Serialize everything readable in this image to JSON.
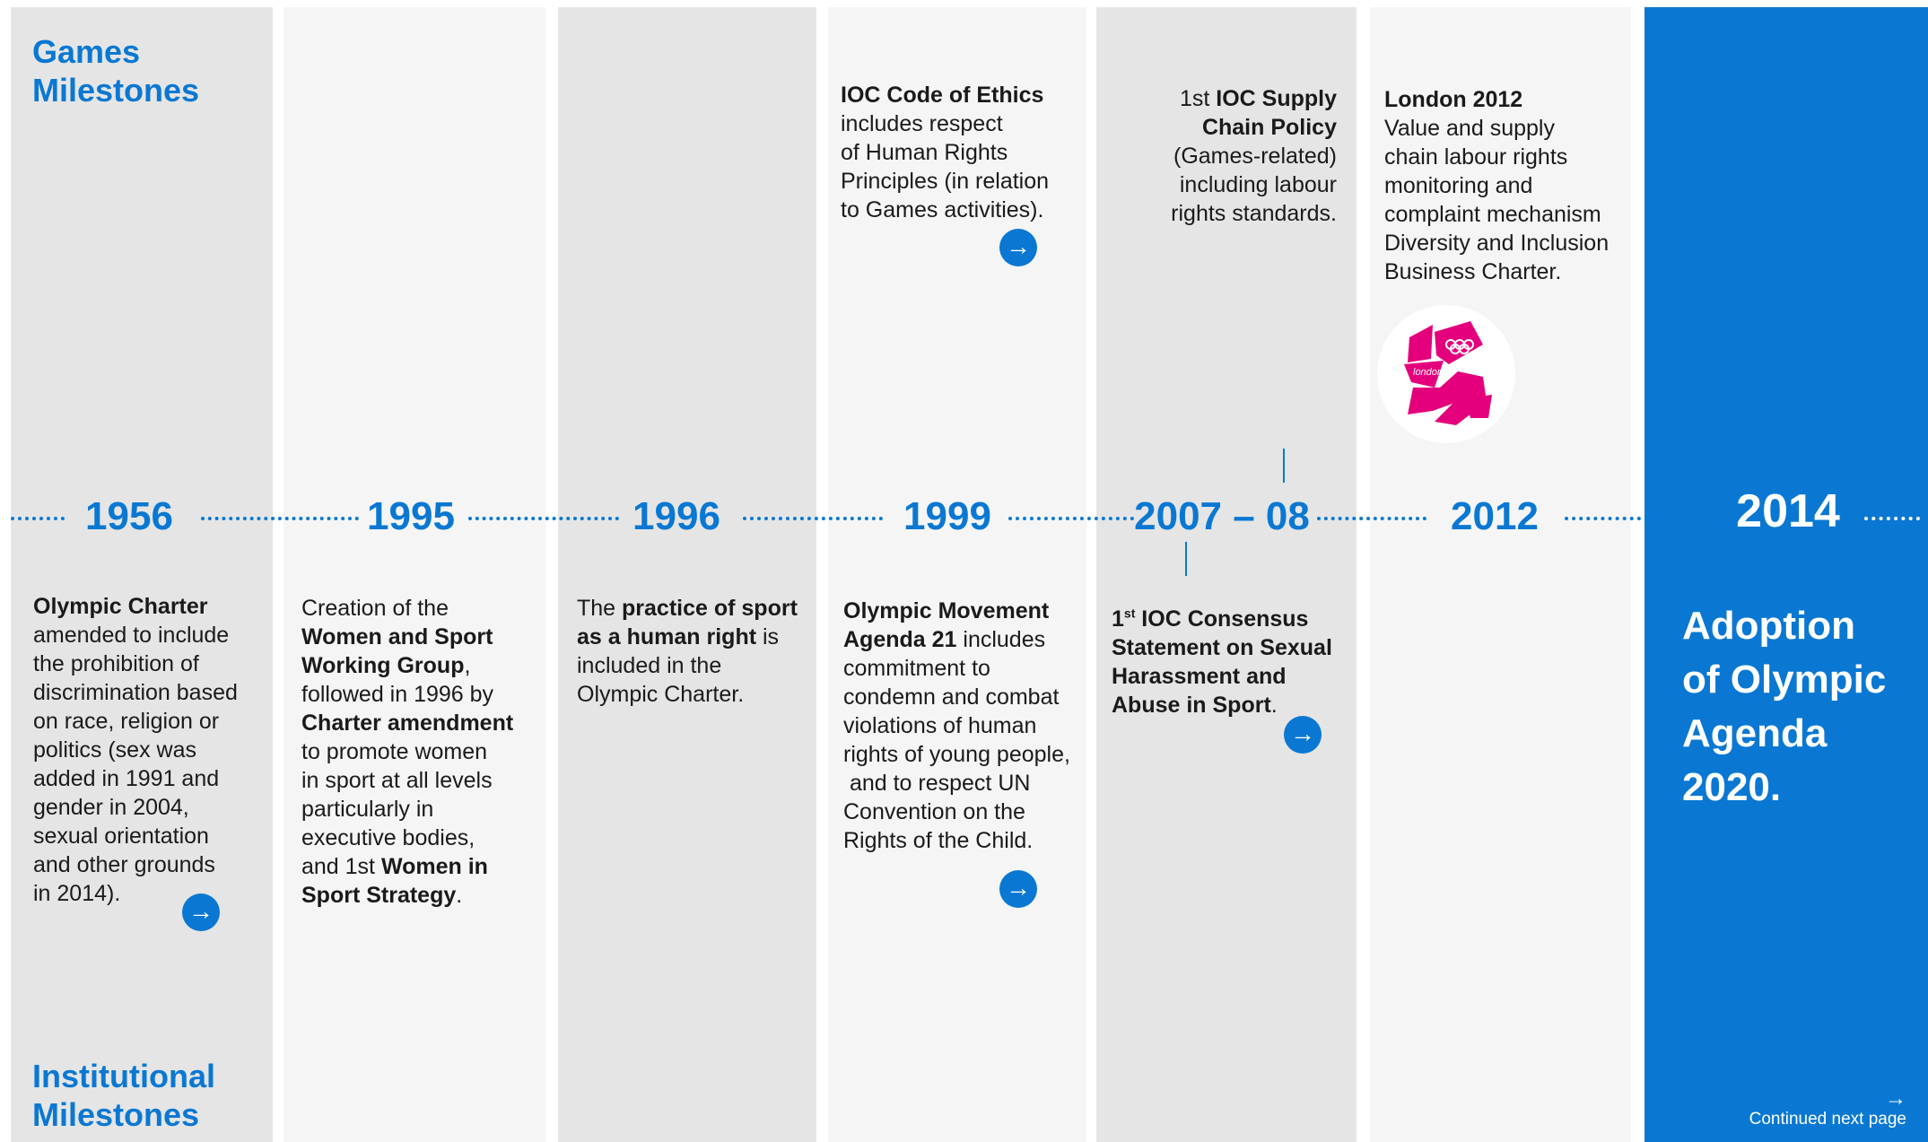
{
  "labels": {
    "games_line1": "Games",
    "games_line2": "Milestones",
    "institutional_line1": "Institutional",
    "institutional_line2": "Milestones"
  },
  "years": [
    "1956",
    "1995",
    "1996",
    "1999",
    "2007 – 08",
    "2012",
    "2014"
  ],
  "games": {
    "code_of_ethics": {
      "title": "IOC Code of Ethics",
      "lines": [
        "includes respect",
        "of Human Rights",
        "Principles (in relation",
        "to Games activities)."
      ]
    },
    "supply_chain": {
      "pre": "1st ",
      "title_l1": "IOC Supply",
      "title_l2": "Chain Policy",
      "lines": [
        "(Games-related)",
        "including labour",
        "rights standards."
      ]
    },
    "london": {
      "title": "London 2012",
      "lines": [
        "Value and supply",
        "chain labour rights",
        "monitoring and",
        "complaint mechanism",
        "Diversity and Inclusion",
        "Business Charter."
      ],
      "logo_text": "london"
    }
  },
  "institutional": {
    "y1956": {
      "title": "Olympic Charter",
      "lines": [
        "amended to include",
        "the prohibition of",
        "discrimination based",
        "on race, religion or",
        "politics (sex was",
        "added in 1991 and",
        "gender in 2004,",
        "sexual orientation",
        "and other grounds",
        "in 2014)."
      ]
    },
    "y1995": {
      "l1": "Creation of the",
      "l2b": "Women and Sport",
      "l3b": "Working Group",
      "l3": ",",
      "l4": "followed in 1996 by",
      "l5b": "Charter amendment",
      "l6": "to promote women",
      "l7": "in sport at all levels",
      "l8": "particularly in",
      "l9": "executive bodies,",
      "l10": "and 1st ",
      "l10b": "Women in",
      "l11b": "Sport Strategy",
      "l11": "."
    },
    "y1996": {
      "l1": "The ",
      "l1b": "practice of sport",
      "l2b": "as a human right",
      "l2": " is",
      "l3": "included in the",
      "l4": "Olympic Charter."
    },
    "y1999": {
      "l1b": "Olympic Movement",
      "l2b": "Agenda 21",
      "l2": " includes",
      "lines": [
        "commitment to",
        "condemn and combat",
        "violations of human",
        "rights of young people,",
        " and to respect UN",
        "Convention on the",
        "Rights of the Child."
      ]
    },
    "y2007": {
      "pre": "1",
      "sup": "st",
      "l1b": " IOC Consensus",
      "l2b": "Statement on Sexual",
      "l3b": "Harassment and",
      "l4b": "Abuse in Sport",
      "l4": "."
    },
    "y2014": {
      "lines": [
        "Adoption",
        "of Olympic",
        "Agenda",
        "2020."
      ]
    }
  },
  "footer": {
    "continued": "Continued next page",
    "arrow_icon": "arrow-right-icon"
  },
  "colors": {
    "accent": "#0a78d2",
    "london_pink": "#e4007c"
  }
}
